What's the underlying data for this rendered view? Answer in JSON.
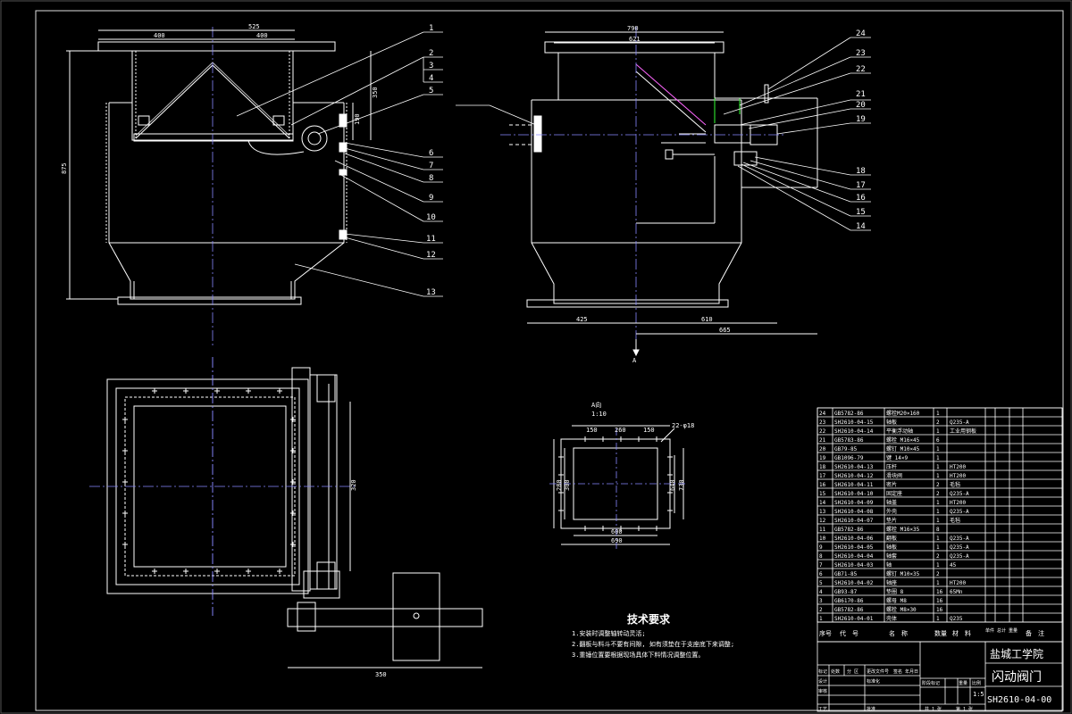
{
  "drawing": {
    "title": "闪动阀门",
    "school": "盐城工学院",
    "drawing_no": "SH2610-04-00",
    "scale": "1:5",
    "sheets": "共 1 张",
    "sheet_no": "第 1 张"
  },
  "dimensions": {
    "front_w1": "400",
    "front_w2": "400",
    "front_top": "525",
    "front_h": "875",
    "front_350": "350",
    "front_190": "190",
    "side_top": "790",
    "side_621": "621",
    "side_425": "425",
    "side_610": "610",
    "side_665": "665",
    "plan_350": "350",
    "plan_320": "320",
    "section_title": "A向",
    "section_scale": "1:10",
    "sec_150a": "150",
    "sec_260": "260",
    "sec_150b": "150",
    "sec_holes": "22-φ18",
    "sec_600": "600",
    "sec_690": "690",
    "sec_280": "280",
    "sec_300": "300",
    "sec_640": "640",
    "sec_730": "730",
    "view_arrow": "A"
  },
  "balloons": [
    "1",
    "2",
    "3",
    "4",
    "5",
    "6",
    "7",
    "8",
    "9",
    "10",
    "11",
    "12",
    "13",
    "24",
    "23",
    "22",
    "21",
    "20",
    "19",
    "18",
    "17",
    "16",
    "15",
    "14"
  ],
  "notes": {
    "heading": "技术要求",
    "items": [
      "1.安装时调整轴转动灵活;",
      "2.翻板与料斗不要有间隙, 如有须垫在于支座底下来调整;",
      "3.重锤位置要根据现场具体下料情况调整位置。"
    ]
  },
  "bom": {
    "headers": [
      "序号",
      "代　号",
      "名　称",
      "数量",
      "材　料",
      "单件 总计 重量",
      "备　注"
    ],
    "rows": [
      [
        "24",
        "GB5782-86",
        "螺栓M20×160",
        "1",
        "",
        ""
      ],
      [
        "23",
        "SH2610-04-15",
        "轴板",
        "2",
        "Q235-A",
        ""
      ],
      [
        "22",
        "SH2610-04-14",
        "平衡浮动轴",
        "1",
        "工业用钢板",
        ""
      ],
      [
        "21",
        "GB5783-86",
        "螺栓 M16×45",
        "6",
        "",
        ""
      ],
      [
        "20",
        "GB79-85",
        "螺钉 M10×45",
        "1",
        "",
        ""
      ],
      [
        "19",
        "GB1096-79",
        "键 14×9",
        "1",
        "",
        ""
      ],
      [
        "18",
        "SH2610-04-13",
        "压杆",
        "1",
        "HT200",
        ""
      ],
      [
        "17",
        "SH2610-04-12",
        "滑块阀",
        "1",
        "HT200",
        ""
      ],
      [
        "16",
        "SH2610-04-11",
        "密片",
        "2",
        "毛毡",
        ""
      ],
      [
        "15",
        "SH2610-04-10",
        "固定座",
        "2",
        "Q235-A",
        ""
      ],
      [
        "14",
        "SH2610-04-09",
        "轴盖",
        "1",
        "HT200",
        ""
      ],
      [
        "13",
        "SH2610-04-08",
        "外壳",
        "1",
        "Q235-A",
        ""
      ],
      [
        "12",
        "SH2610-04-07",
        "垫片",
        "1",
        "毛毡",
        ""
      ],
      [
        "11",
        "GB5782-86",
        "螺栓 M16×35",
        "8",
        "",
        ""
      ],
      [
        "10",
        "SH2610-04-06",
        "翻板",
        "1",
        "Q235-A",
        ""
      ],
      [
        "9",
        "SH2610-04-05",
        "轴板",
        "1",
        "Q235-A",
        ""
      ],
      [
        "8",
        "SH2610-04-04",
        "轴套",
        "2",
        "Q235-A",
        ""
      ],
      [
        "7",
        "SH2610-04-03",
        "轴",
        "1",
        "45",
        ""
      ],
      [
        "6",
        "GB71-85",
        "螺钉 M10×35",
        "2",
        "",
        ""
      ],
      [
        "5",
        "SH2610-04-02",
        "轴座",
        "1",
        "HT200",
        ""
      ],
      [
        "4",
        "GB93-87",
        "垫圈 8",
        "16",
        "65Mn",
        ""
      ],
      [
        "3",
        "GB6170-86",
        "螺母 M8",
        "16",
        "",
        ""
      ],
      [
        "2",
        "GB5782-86",
        "螺栓 M8×30",
        "16",
        "",
        ""
      ],
      [
        "1",
        "SH2610-04-01",
        "壳体",
        "1",
        "Q235",
        ""
      ]
    ]
  },
  "title_block_labels": {
    "mark": "标记",
    "count": "处数",
    "zone": "分 区",
    "change_no": "更改文件号",
    "sign": "签名",
    "date": "年月日",
    "design": "设计",
    "standard": "标准化",
    "check": "审核",
    "process": "工艺",
    "approve": "批准",
    "stage": "阶段标记",
    "weight": "重量",
    "scale_label": "比例"
  }
}
